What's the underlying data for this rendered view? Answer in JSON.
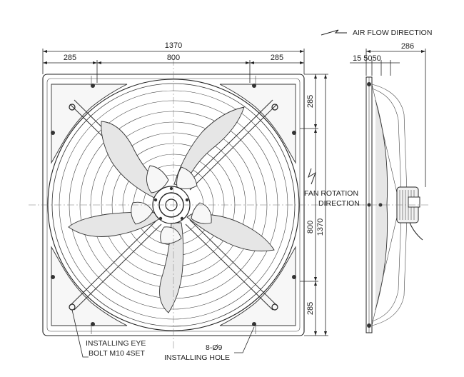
{
  "front_view": {
    "width_total": "1370",
    "segment_left": "285",
    "segment_mid": "800",
    "segment_right": "285",
    "height_total": "1370",
    "height_top": "285",
    "height_mid": "800",
    "height_bottom": "285"
  },
  "side_view": {
    "depth_total": "286",
    "depth_parts": "15  5050"
  },
  "labels": {
    "air_flow": "AIR FLOW DIRECTION",
    "rotation_line1": "FAN ROTATION",
    "rotation_line2": "DIRECTION",
    "eye_bolt_line1": "INSTALLING EYE",
    "eye_bolt_line2": "BOLT M10 4SET",
    "hole_line1": "8-Ø9",
    "hole_line2": "INSTALLING HOLE"
  }
}
